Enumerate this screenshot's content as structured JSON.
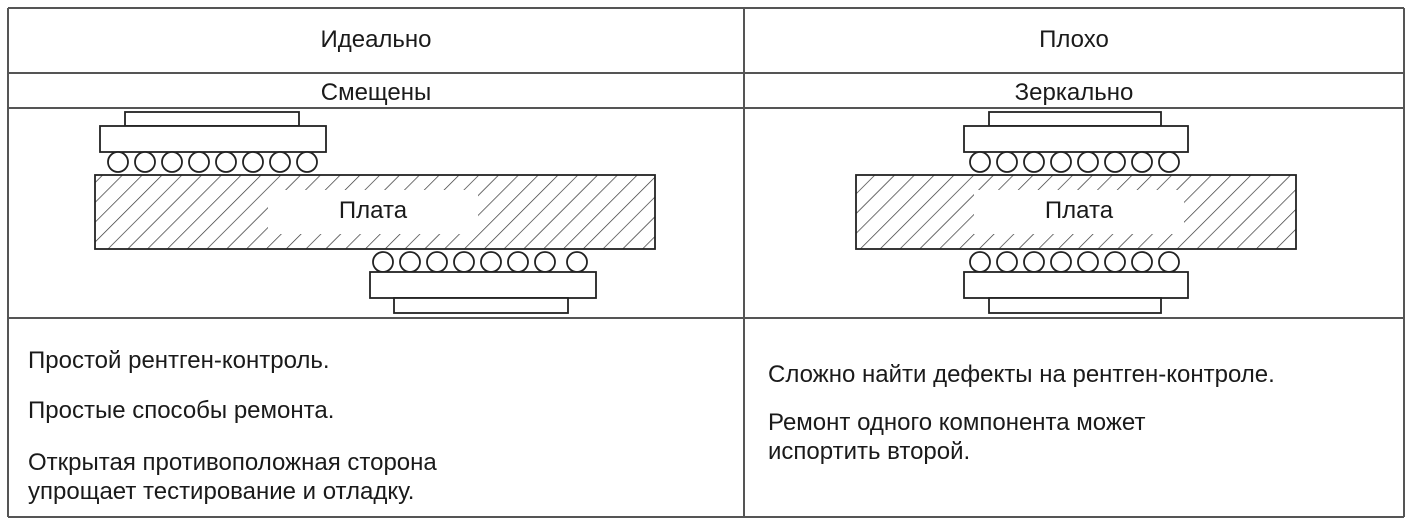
{
  "table": {
    "headers": [
      "Идеально",
      "Плохо"
    ],
    "subheaders": [
      "Смещены",
      "Зеркально"
    ],
    "board_label": "Плата",
    "left_notes": [
      "Простой рентген-контроль.",
      "Простые способы ремонта.",
      "Открытая противоположная сторона",
      "упрощает тестирование и отладку."
    ],
    "right_notes": [
      "Сложно найти дефекты на рентген-контроле.",
      "Ремонт одного компонента может",
      "испортить второй."
    ]
  },
  "colors": {
    "grid_line": "#555555",
    "stroke": "#222222",
    "hatch": "#333333",
    "background": "#ffffff"
  }
}
